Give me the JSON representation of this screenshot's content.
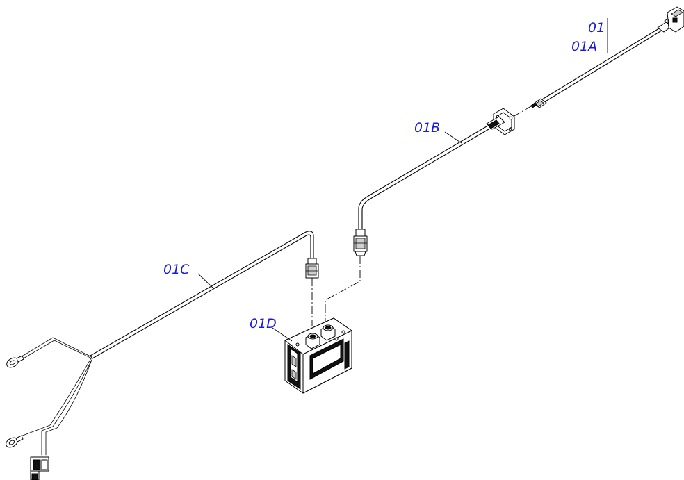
{
  "diagram": {
    "colors": {
      "label": "#1a1adc",
      "line": "#000000",
      "background": "#ffffff"
    },
    "callouts": [
      {
        "id": "01",
        "text": "01"
      },
      {
        "id": "01A",
        "text": "01A"
      },
      {
        "id": "01B",
        "text": "01B"
      },
      {
        "id": "01C",
        "text": "01C"
      },
      {
        "id": "01D",
        "text": "01D"
      }
    ]
  }
}
